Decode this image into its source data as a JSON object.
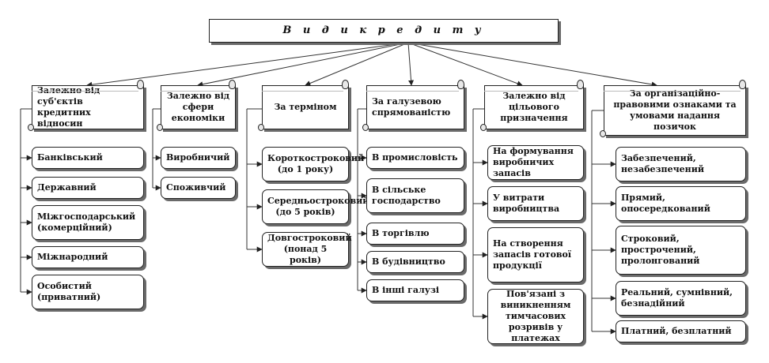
{
  "title": "В и д и   к р е д и т у",
  "categories": [
    {
      "id": "subjects",
      "label": "Залежно від суб'єктів кредитних відносин",
      "items": [
        "Банківський",
        "Державний",
        "Міжгосподарський (комерційний)",
        "Міжнародний",
        "Особистий (приватний)"
      ]
    },
    {
      "id": "sphere",
      "label": "Залежно від сфери економіки",
      "items": [
        "Виробничий",
        "Споживчий"
      ]
    },
    {
      "id": "term",
      "label": "За терміном",
      "items": [
        "Короткостроковий (до 1 року)",
        "Середньостроковий (до 5 років)",
        "Довгостроковий (понад 5 років)"
      ]
    },
    {
      "id": "industry",
      "label": "За галузевою спрямованістю",
      "items": [
        "В промисловість",
        "В сільське господарство",
        "В торгівлю",
        "В будівництво",
        "В інші галузі"
      ]
    },
    {
      "id": "purpose",
      "label": "Залежно від цільового призначення",
      "items": [
        "На формування виробничих запасів",
        "У витрати виробництва",
        "На створення запасів готової продукції",
        "Пов'язані з виникненням тимчасових розривів у платежах"
      ]
    },
    {
      "id": "organizational",
      "label": "За організаційно-правовими ознаками та умовами надання позичок",
      "items": [
        "Забезпечений, незабезпечений",
        "Прямий, опосередкований",
        "Строковий, прострочений, пролонгований",
        "Реальний, сумнівний, безнадійний",
        "Платний, безплатний"
      ]
    }
  ]
}
